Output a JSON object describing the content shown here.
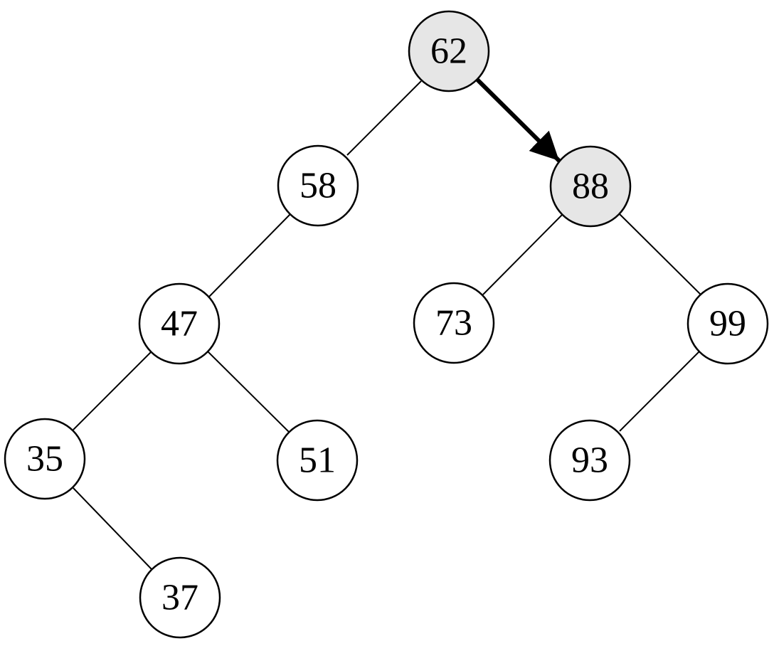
{
  "colors": {
    "node_fill": "#ffffff",
    "highlight_fill": "#e6e6e6",
    "stroke": "#000000"
  },
  "tree": {
    "nodes": [
      {
        "id": "n62",
        "label": "62",
        "highlighted": true
      },
      {
        "id": "n58",
        "label": "58",
        "highlighted": false
      },
      {
        "id": "n88",
        "label": "88",
        "highlighted": true
      },
      {
        "id": "n47",
        "label": "47",
        "highlighted": false
      },
      {
        "id": "n73",
        "label": "73",
        "highlighted": false
      },
      {
        "id": "n99",
        "label": "99",
        "highlighted": false
      },
      {
        "id": "n35",
        "label": "35",
        "highlighted": false
      },
      {
        "id": "n51",
        "label": "51",
        "highlighted": false
      },
      {
        "id": "n93",
        "label": "93",
        "highlighted": false
      },
      {
        "id": "n37",
        "label": "37",
        "highlighted": false
      }
    ],
    "edges": [
      {
        "from": "62",
        "to": "58",
        "arrow": false
      },
      {
        "from": "62",
        "to": "88",
        "arrow": true
      },
      {
        "from": "58",
        "to": "47",
        "arrow": false
      },
      {
        "from": "88",
        "to": "73",
        "arrow": false
      },
      {
        "from": "88",
        "to": "99",
        "arrow": false
      },
      {
        "from": "47",
        "to": "35",
        "arrow": false
      },
      {
        "from": "47",
        "to": "51",
        "arrow": false
      },
      {
        "from": "99",
        "to": "93",
        "arrow": false
      },
      {
        "from": "35",
        "to": "37",
        "arrow": false
      }
    ]
  }
}
